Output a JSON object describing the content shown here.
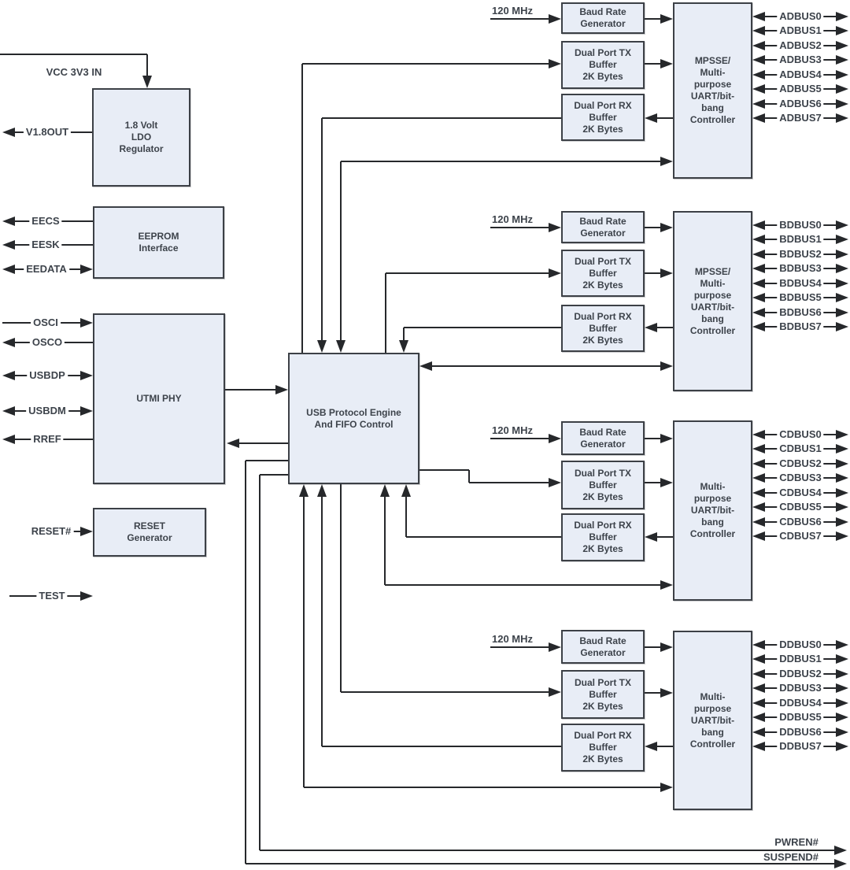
{
  "blocks": {
    "ldo": {
      "lines": [
        "1.8 Volt",
        "LDO",
        "Regulator"
      ]
    },
    "eeprom": {
      "lines": [
        "EEPROM",
        "Interface"
      ]
    },
    "utmi": {
      "lines": [
        "UTMI PHY"
      ]
    },
    "reset_gen": {
      "lines": [
        "RESET",
        "Generator"
      ]
    },
    "usb_engine": {
      "lines": [
        "USB Protocol Engine",
        "And FIFO Control"
      ]
    }
  },
  "channels": [
    {
      "name": "A",
      "clock": "120 MHz",
      "baud_rate_generator": [
        "Baud Rate",
        "Generator"
      ],
      "tx_buffer": [
        "Dual Port TX",
        "Buffer",
        "2K Bytes"
      ],
      "rx_buffer": [
        "Dual Port RX",
        "Buffer",
        "2K Bytes"
      ],
      "controller": [
        "MPSSE/",
        "Multi-",
        "purpose",
        "UART/bit-",
        "bang",
        "Controller"
      ],
      "bus": [
        "ADBUS0",
        "ADBUS1",
        "ADBUS2",
        "ADBUS3",
        "ADBUS4",
        "ADBUS5",
        "ADBUS6",
        "ADBUS7"
      ]
    },
    {
      "name": "B",
      "clock": "120 MHz",
      "baud_rate_generator": [
        "Baud Rate",
        "Generator"
      ],
      "tx_buffer": [
        "Dual Port TX",
        "Buffer",
        "2K Bytes"
      ],
      "rx_buffer": [
        "Dual Port RX",
        "Buffer",
        "2K Bytes"
      ],
      "controller": [
        "MPSSE/",
        "Multi-",
        "purpose",
        "UART/bit-",
        "bang",
        "Controller"
      ],
      "bus": [
        "BDBUS0",
        "BDBUS1",
        "BDBUS2",
        "BDBUS3",
        "BDBUS4",
        "BDBUS5",
        "BDBUS6",
        "BDBUS7"
      ]
    },
    {
      "name": "C",
      "clock": "120 MHz",
      "baud_rate_generator": [
        "Baud Rate",
        "Generator"
      ],
      "tx_buffer": [
        "Dual Port TX",
        "Buffer",
        "2K Bytes"
      ],
      "rx_buffer": [
        "Dual Port RX",
        "Buffer",
        "2K Bytes"
      ],
      "controller": [
        "Multi-",
        "purpose",
        "UART/bit-",
        "bang",
        "Controller"
      ],
      "bus": [
        "CDBUS0",
        "CDBUS1",
        "CDBUS2",
        "CDBUS3",
        "CDBUS4",
        "CDBUS5",
        "CDBUS6",
        "CDBUS7"
      ]
    },
    {
      "name": "D",
      "clock": "120 MHz",
      "baud_rate_generator": [
        "Baud Rate",
        "Generator"
      ],
      "tx_buffer": [
        "Dual Port TX",
        "Buffer",
        "2K Bytes"
      ],
      "rx_buffer": [
        "Dual Port RX",
        "Buffer",
        "2K Bytes"
      ],
      "controller": [
        "Multi-",
        "purpose",
        "UART/bit-",
        "bang",
        "Controller"
      ],
      "bus": [
        "DDBUS0",
        "DDBUS1",
        "DDBUS2",
        "DDBUS3",
        "DDBUS4",
        "DDBUS5",
        "DDBUS6",
        "DDBUS7"
      ]
    }
  ],
  "signals": {
    "vcc": "VCC 3V3 IN",
    "v18out": "V1.8OUT",
    "eecs": "EECS",
    "eesk": "EESK",
    "eedata": "EEDATA",
    "osci": "OSCI",
    "osco": "OSCO",
    "usbdp": "USBDP",
    "usbdm": "USBDM",
    "rref": "RREF",
    "reset": "RESET#",
    "test": "TEST",
    "pwren": "PWREN#",
    "suspend": "SUSPEND#"
  },
  "colors": {
    "box_fill": "#e8edf6",
    "box_border": "#3c4046",
    "line": "#26282b",
    "text": "#3d434b",
    "background": "#ffffff"
  }
}
